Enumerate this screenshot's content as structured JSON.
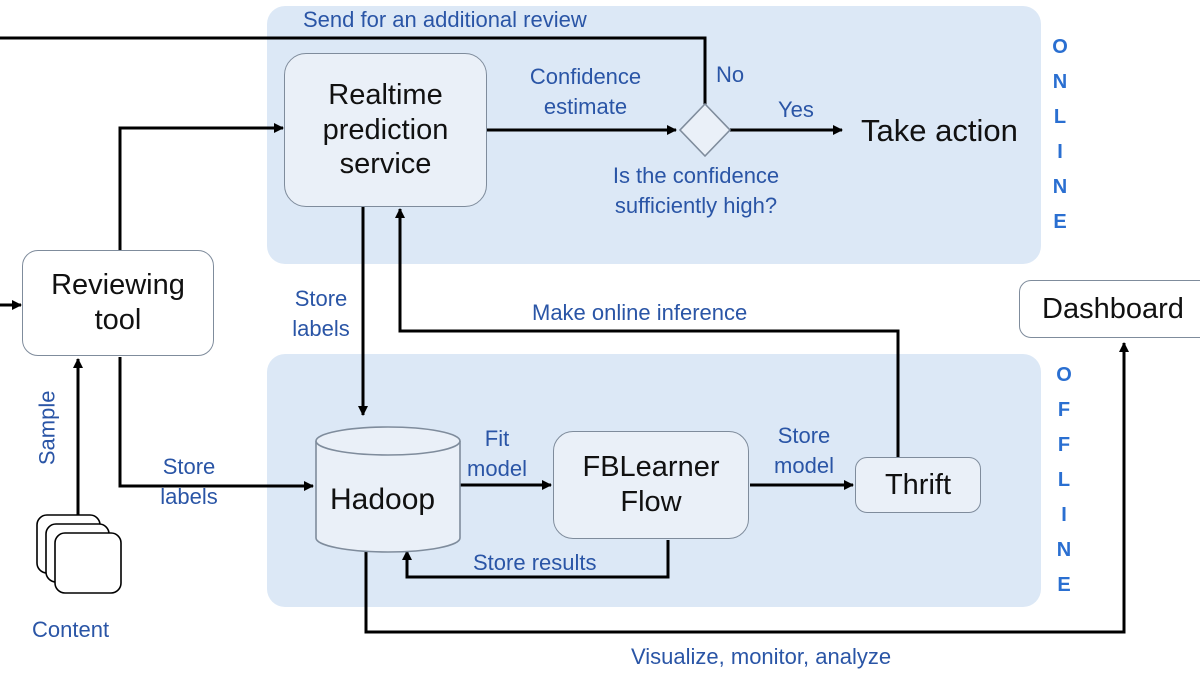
{
  "nodes": {
    "realtime": "Realtime prediction service",
    "reviewing": "Reviewing tool",
    "hadoop": "Hadoop",
    "fblearner": "FBLearner Flow",
    "thrift": "Thrift",
    "dashboard": "Dashboard",
    "take_action": "Take action",
    "content": "Content"
  },
  "edges": {
    "send_review": "Send for an additional review",
    "confidence_estimate": "Confidence estimate",
    "no": "No",
    "yes": "Yes",
    "decision_question": "Is the confidence sufficiently high?",
    "store_labels_top": "Store labels",
    "store_labels_left": "Store labels",
    "make_online_inference": "Make online inference",
    "sample": "Sample",
    "fit_model": "Fit model",
    "store_model": "Store model",
    "store_results": "Store results",
    "visualize": "Visualize, monitor, analyze"
  },
  "panels": {
    "online": "ONLINE",
    "offline": "OFFLINE"
  },
  "colors": {
    "panel": "#dce8f6",
    "label": "#2a55a6",
    "panel_label": "#2a6fd1",
    "arrow": "#000000"
  }
}
